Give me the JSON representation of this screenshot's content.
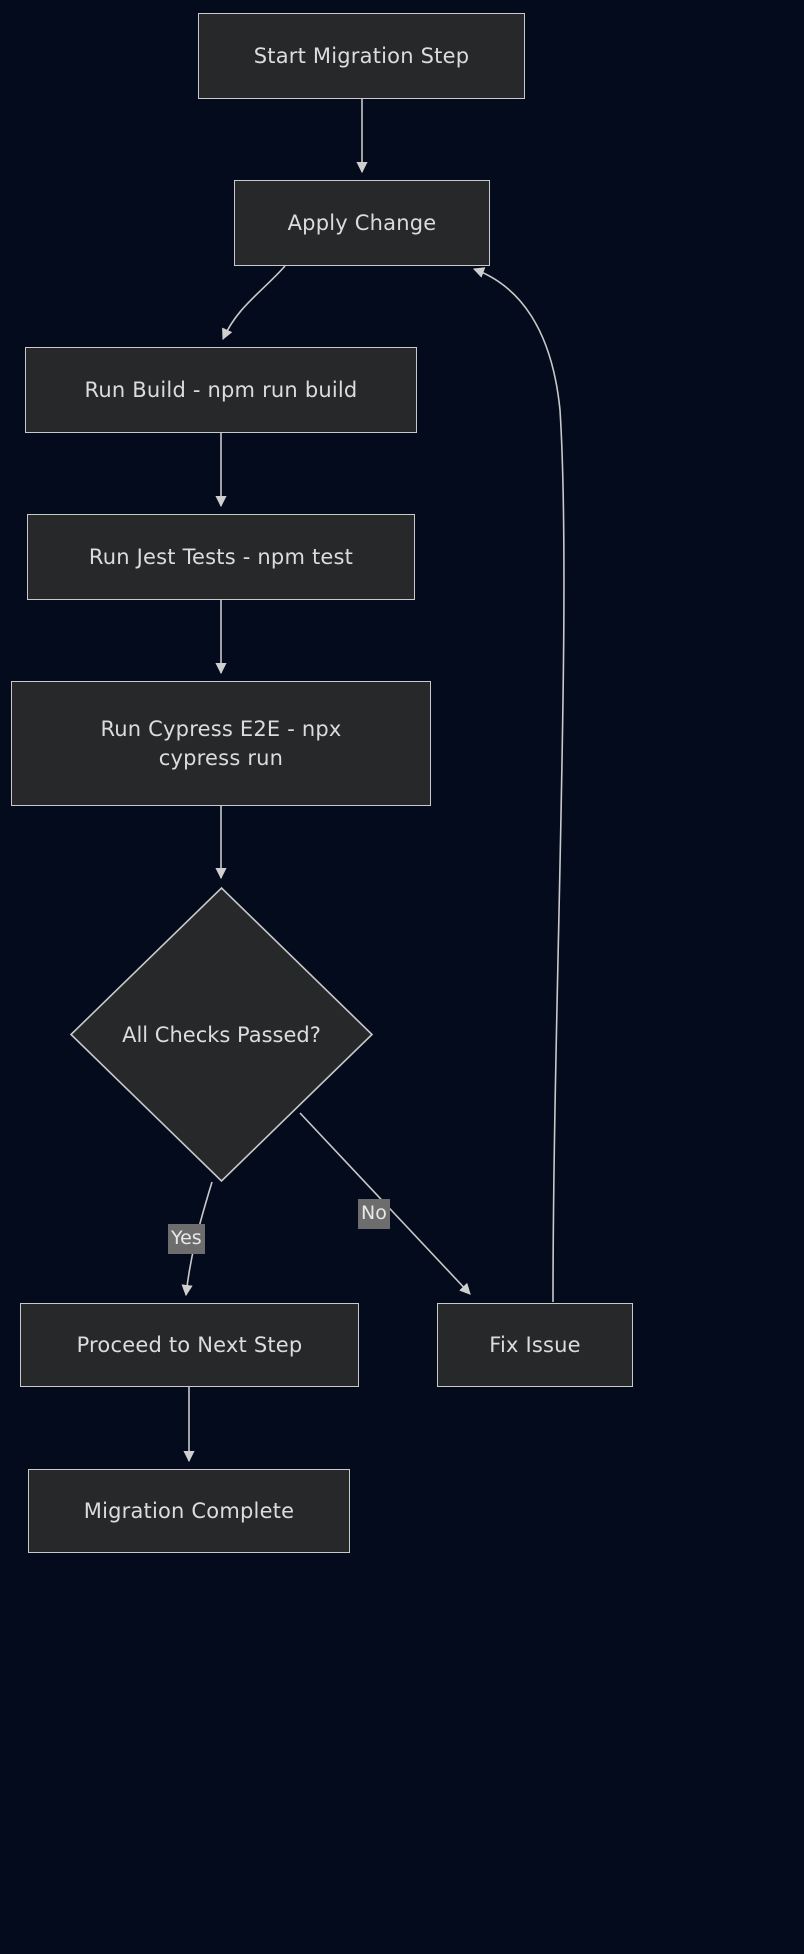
{
  "diagram": {
    "type": "flowchart",
    "direction": "top-down",
    "background_color": "#030b1c",
    "node_fill": "#26282a",
    "node_stroke": "#c9c9c9",
    "node_text_color": "#dcdcdc",
    "edge_stroke": "#c9c9c9",
    "edge_label_bg": "#6d6d6d",
    "nodes": [
      {
        "id": "start",
        "label": "Start Migration Step",
        "shape": "rect"
      },
      {
        "id": "apply",
        "label": "Apply Change",
        "shape": "rect"
      },
      {
        "id": "build",
        "label": "Run Build - npm run build",
        "shape": "rect"
      },
      {
        "id": "jest",
        "label": "Run Jest Tests - npm test",
        "shape": "rect"
      },
      {
        "id": "cypress",
        "label": "Run Cypress E2E - npx\ncypress run",
        "shape": "rect"
      },
      {
        "id": "decision",
        "label": "All Checks Passed?",
        "shape": "diamond"
      },
      {
        "id": "proceed",
        "label": "Proceed to Next Step",
        "shape": "rect"
      },
      {
        "id": "fix",
        "label": "Fix Issue",
        "shape": "rect"
      },
      {
        "id": "complete",
        "label": "Migration Complete",
        "shape": "rect"
      }
    ],
    "edges": [
      {
        "from": "start",
        "to": "apply",
        "label": ""
      },
      {
        "from": "apply",
        "to": "build",
        "label": ""
      },
      {
        "from": "build",
        "to": "jest",
        "label": ""
      },
      {
        "from": "jest",
        "to": "cypress",
        "label": ""
      },
      {
        "from": "cypress",
        "to": "decision",
        "label": ""
      },
      {
        "from": "decision",
        "to": "proceed",
        "label": "Yes"
      },
      {
        "from": "decision",
        "to": "fix",
        "label": "No"
      },
      {
        "from": "fix",
        "to": "apply",
        "label": ""
      },
      {
        "from": "proceed",
        "to": "complete",
        "label": ""
      }
    ],
    "edge_labels": {
      "yes": "Yes",
      "no": "No"
    }
  }
}
